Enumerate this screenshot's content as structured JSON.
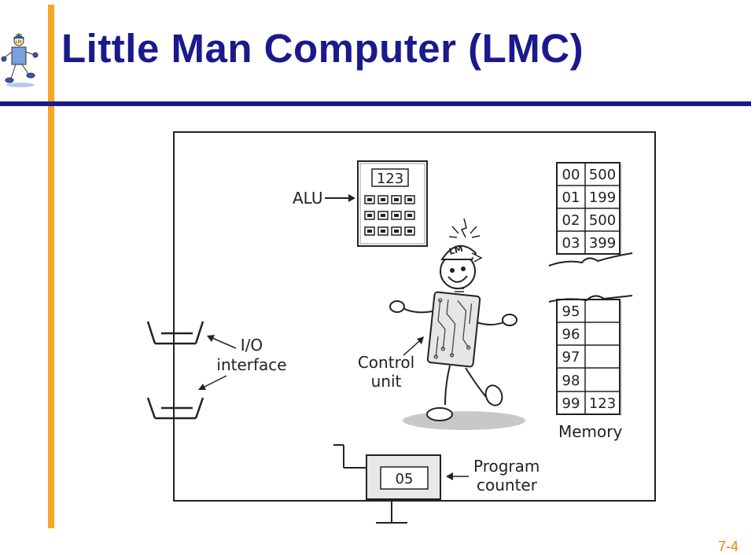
{
  "slide": {
    "title": "Little Man Computer (LMC)",
    "number": "7-4",
    "colors": {
      "title": "#1a1a8c",
      "accent_bar": "#f5a623",
      "rule": "#1a1a8c",
      "number": "#e08a00"
    }
  },
  "logo": {
    "text": "LM",
    "icon": "little-man-mascot-icon"
  },
  "diagram": {
    "alu": {
      "label": "ALU",
      "display": "123"
    },
    "io": {
      "label_line1": "I/O",
      "label_line2": "interface"
    },
    "control_unit": {
      "label_line1": "Control",
      "label_line2": "unit",
      "figure": "little-man-figure-icon",
      "cap_text": "LM"
    },
    "program_counter": {
      "label_line1": "Program",
      "label_line2": "counter",
      "value": "05"
    },
    "memory": {
      "label": "Memory",
      "top_rows": [
        {
          "address": "00",
          "value": "500"
        },
        {
          "address": "01",
          "value": "199"
        },
        {
          "address": "02",
          "value": "500"
        },
        {
          "address": "03",
          "value": "399"
        }
      ],
      "bottom_rows": [
        {
          "address": "95",
          "value": ""
        },
        {
          "address": "96",
          "value": ""
        },
        {
          "address": "97",
          "value": ""
        },
        {
          "address": "98",
          "value": ""
        },
        {
          "address": "99",
          "value": "123"
        }
      ]
    }
  }
}
